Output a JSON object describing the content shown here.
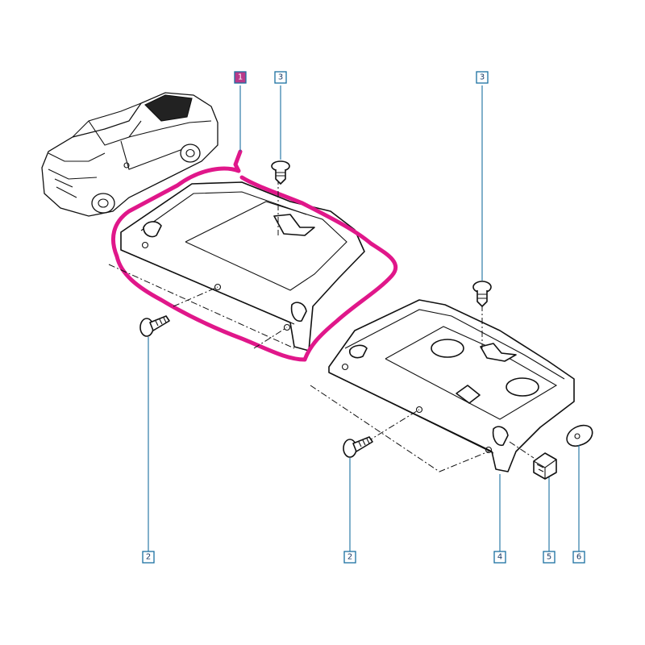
{
  "colors": {
    "highlight": "#e0178a",
    "callout_border": "#1a6fa0",
    "callout_text": "#1a3a66",
    "line": "#111111"
  },
  "callouts": [
    {
      "id": "c1",
      "label": "1"
    },
    {
      "id": "c3a",
      "label": "3"
    },
    {
      "id": "c3b",
      "label": "3"
    },
    {
      "id": "c2a",
      "label": "2"
    },
    {
      "id": "c2b",
      "label": "2"
    },
    {
      "id": "c4",
      "label": "4"
    },
    {
      "id": "c5",
      "label": "5"
    },
    {
      "id": "c6",
      "label": "6"
    }
  ],
  "icons": [
    "car-icon",
    "rear-shelf-panel",
    "push-clip",
    "screw",
    "clip-holder",
    "grommet"
  ]
}
